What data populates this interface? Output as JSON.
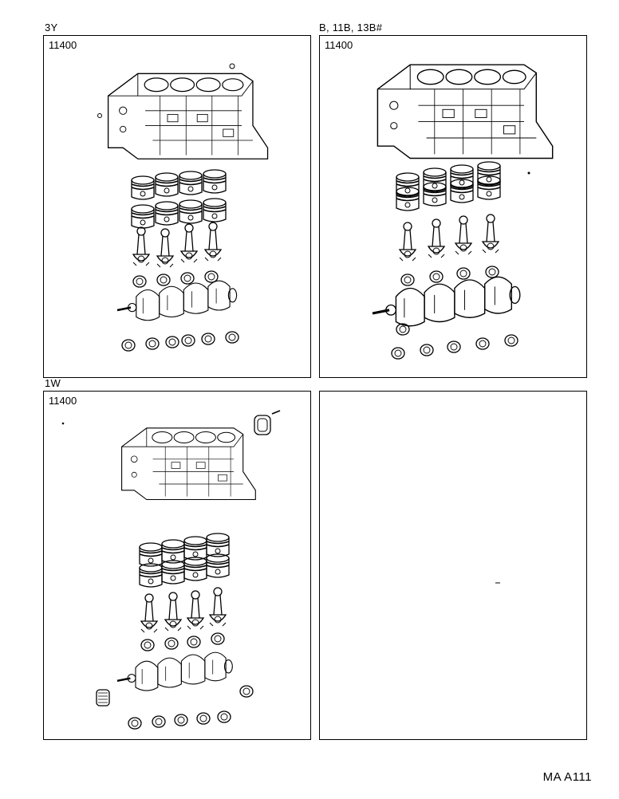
{
  "panels": [
    {
      "engine": "3Y",
      "part_number": "11400"
    },
    {
      "engine": "B, 11B, 13B#",
      "part_number": "11400"
    },
    {
      "engine": "1W",
      "part_number": "11400"
    },
    {
      "engine": "",
      "part_number": ""
    }
  ],
  "footer": {
    "code": "MA A111"
  }
}
